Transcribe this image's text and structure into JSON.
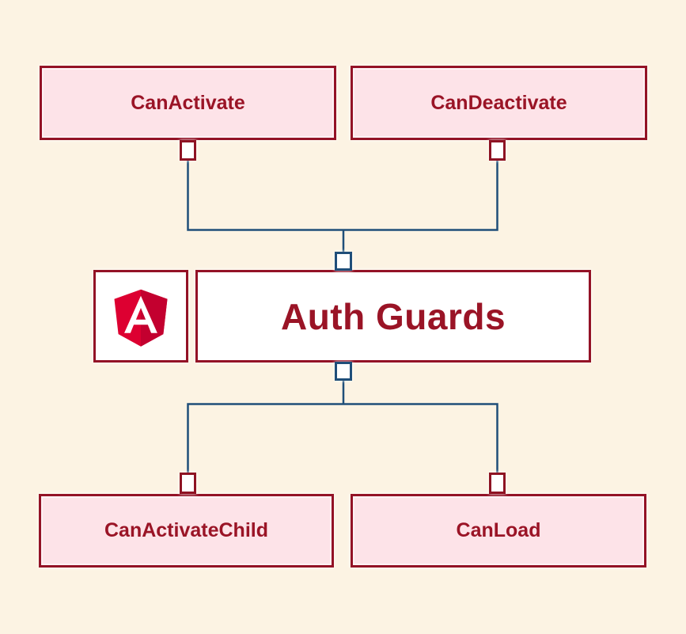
{
  "diagram": {
    "name": "angular-auth-guards",
    "center_node": {
      "label": "Auth Guards"
    },
    "nodes": {
      "can_activate": {
        "label": "CanActivate"
      },
      "can_deactivate": {
        "label": "CanDeactivate"
      },
      "can_activate_child": {
        "label": "CanActivateChild"
      },
      "can_load": {
        "label": "CanLoad"
      }
    },
    "logo": {
      "name": "angular-logo"
    },
    "colors": {
      "background": "#FCF3E3",
      "pink_node_fill": "#FDE3E8",
      "white_node_fill": "#FFFFFF",
      "node_border_red": "#931226",
      "node_text_red": "#9A1426",
      "connector_blue": "#1F4E79",
      "angular_red": "#DD0031",
      "angular_dark_red": "#C3002F"
    }
  }
}
